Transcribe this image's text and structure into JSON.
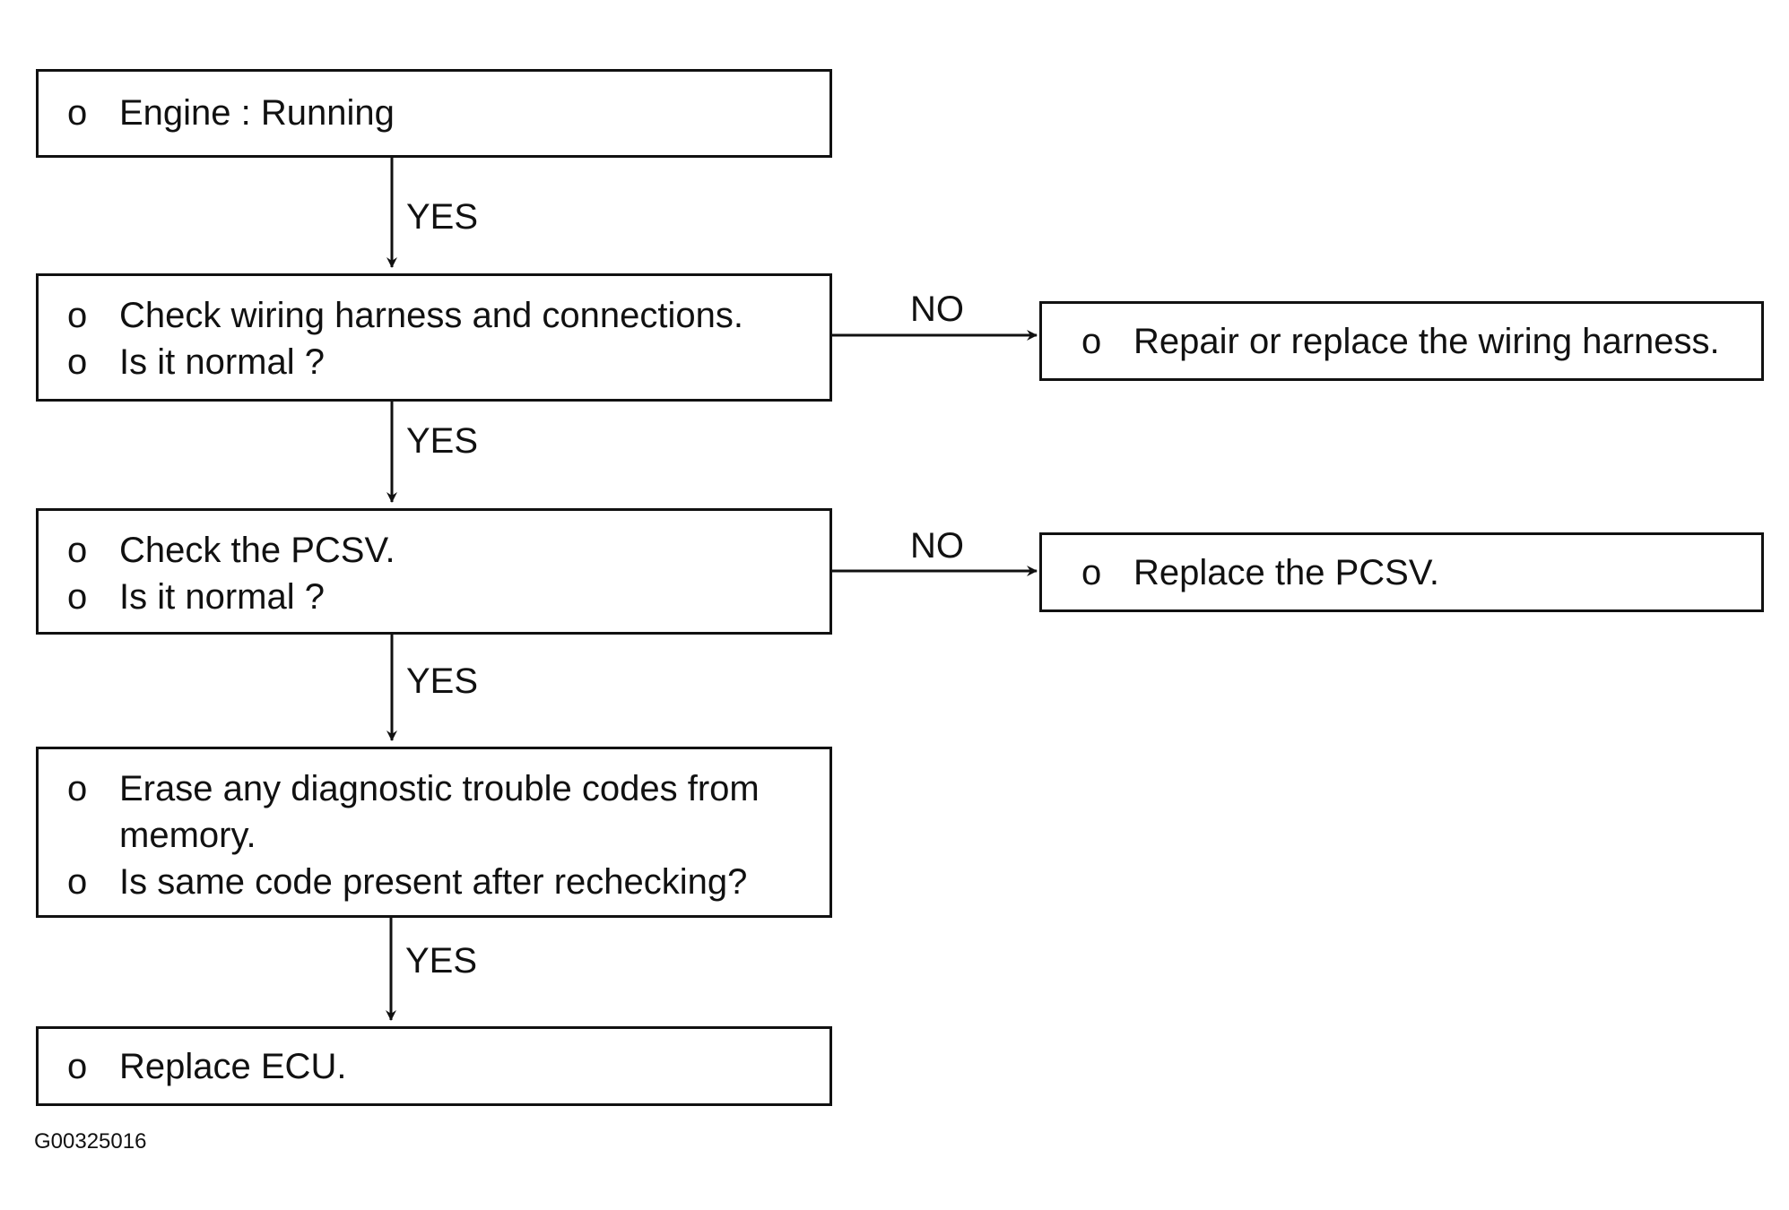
{
  "bullet_char": "o",
  "steps": {
    "engine": {
      "lines": [
        "Engine : Running"
      ]
    },
    "wiring_check": {
      "lines": [
        "Check wiring harness and connections.",
        "Is it normal ?"
      ]
    },
    "wiring_repair": {
      "lines": [
        "Repair or replace the wiring harness."
      ]
    },
    "pcsv_check": {
      "lines": [
        "Check the PCSV.",
        "Is it normal ?"
      ]
    },
    "pcsv_replace": {
      "lines": [
        "Replace the PCSV."
      ]
    },
    "erase_codes": {
      "lines": [
        "Erase any diagnostic trouble codes from",
        "memory.",
        "Is same code present after rechecking?"
      ]
    },
    "replace_ecu": {
      "lines": [
        "Replace ECU."
      ]
    }
  },
  "edge_labels": {
    "yes_1": "YES",
    "yes_2": "YES",
    "yes_3": "YES",
    "yes_4": "YES",
    "no_1": "NO",
    "no_2": "NO"
  },
  "figure_code": "G00325016"
}
